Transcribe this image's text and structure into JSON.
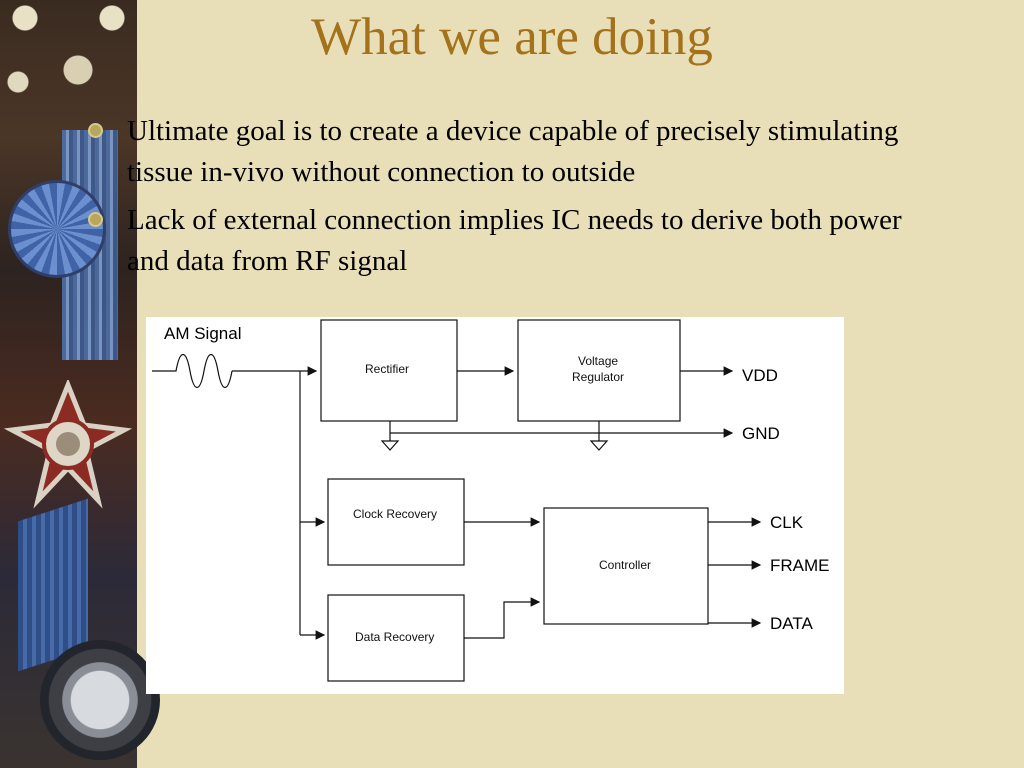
{
  "slide": {
    "title": "What we are doing",
    "bullets": [
      "Ultimate goal is to create a device capable of precisely stimulating tissue in-vivo without connection to outside",
      "Lack of external connection implies IC needs to derive both power and data from RF signal"
    ]
  },
  "diagram": {
    "input_label": "AM Signal",
    "blocks": {
      "rectifier": "Rectifier",
      "voltage_regulator_line1": "Voltage",
      "voltage_regulator_line2": "Regulator",
      "clock_recovery": "Clock Recovery",
      "data_recovery": "Data Recovery",
      "controller": "Controller"
    },
    "outputs": {
      "vdd": "VDD",
      "gnd": "GND",
      "clk": "CLK",
      "frame": "FRAME",
      "data": "DATA"
    }
  }
}
